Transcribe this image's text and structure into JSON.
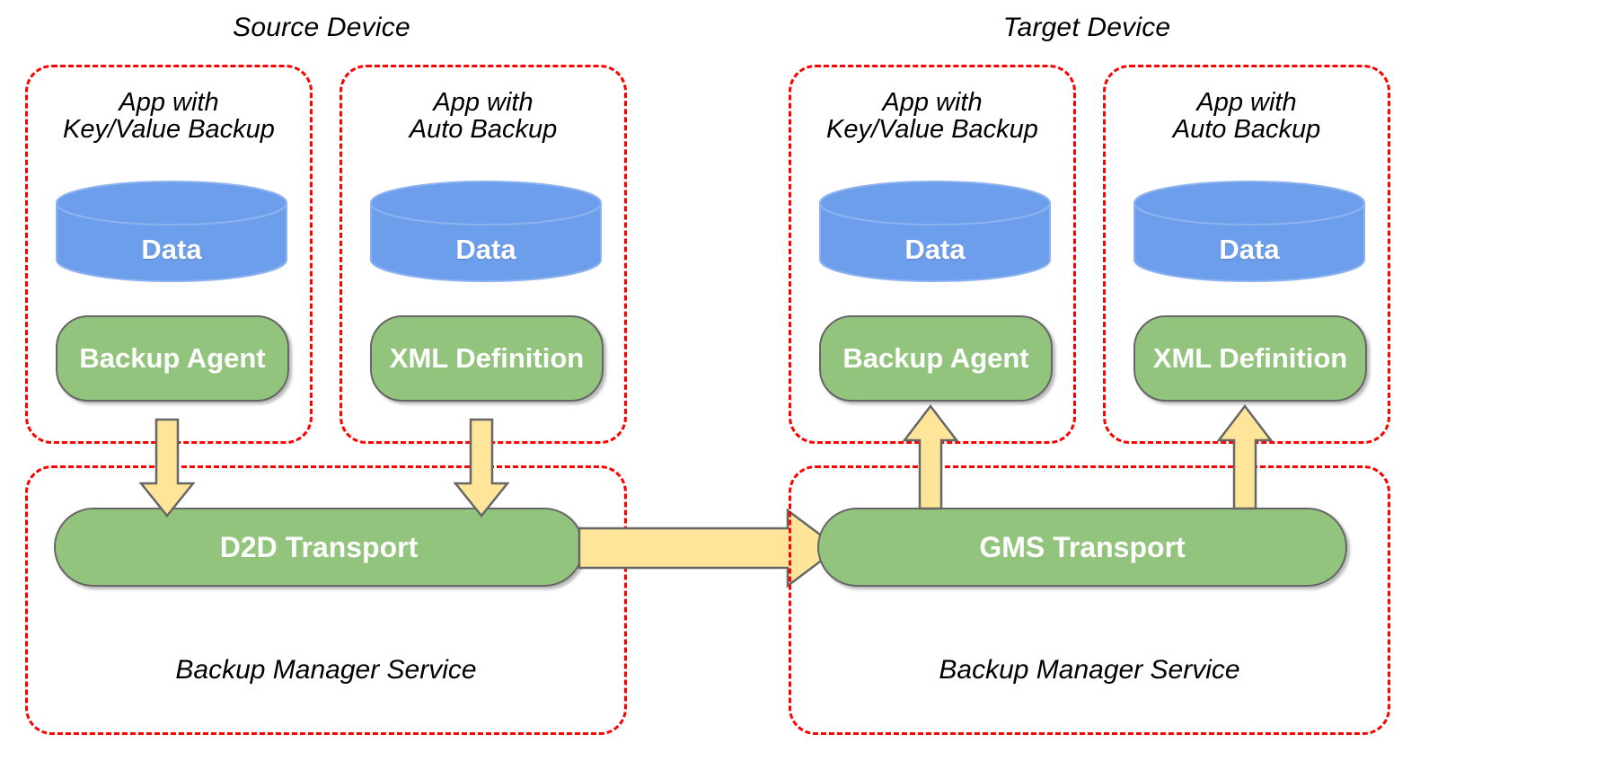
{
  "diagram": {
    "title_source": "Source Device",
    "title_target": "Target Device",
    "colors": {
      "data_blue": "#6d9eeb",
      "component_green": "#93c47d",
      "arrow_yellow": "#ffe599",
      "boundary_red": "#ff0000",
      "stroke_gray": "#666666",
      "label_white": "#ffffff"
    }
  },
  "devices": [
    {
      "name": "Source Device",
      "apps": [
        {
          "caption": "App with\nKey/Value Backup",
          "data_label": "Data",
          "component_label": "Backup Agent",
          "flow_direction": "down"
        },
        {
          "caption": "App with\nAuto Backup",
          "data_label": "Data",
          "component_label": "XML Definition",
          "flow_direction": "down"
        }
      ],
      "service": {
        "transport_label": "D2D Transport",
        "caption": "Backup Manager Service"
      }
    },
    {
      "name": "Target Device",
      "apps": [
        {
          "caption": "App with\nKey/Value Backup",
          "data_label": "Data",
          "component_label": "Backup Agent",
          "flow_direction": "up"
        },
        {
          "caption": "App with\nAuto Backup",
          "data_label": "Data",
          "component_label": "XML Definition",
          "flow_direction": "up"
        }
      ],
      "service": {
        "transport_label": "GMS Transport",
        "caption": "Backup Manager Service"
      }
    }
  ],
  "transfer_arrow": {
    "from": "D2D Transport",
    "to": "GMS Transport",
    "direction": "right"
  }
}
